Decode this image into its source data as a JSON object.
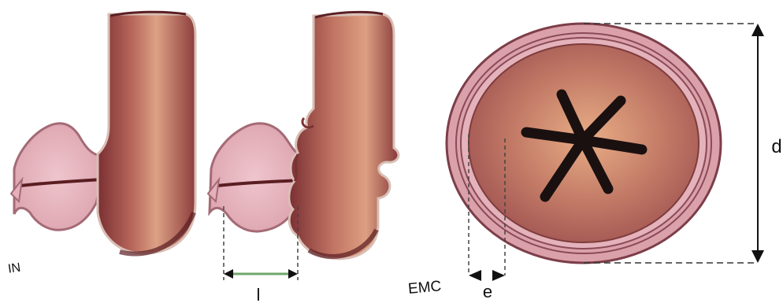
{
  "labels": {
    "length_marker": "l",
    "thickness_marker": "e",
    "diameter_marker": "d",
    "watermark_left": "IN",
    "watermark_center": "EMC"
  },
  "colors": {
    "tissue_dark": "#6e2a2e",
    "tissue_mid": "#a9584f",
    "tissue_light": "#d89a80",
    "mucosa_pink": "#e5b3bd",
    "mucosa_border": "#a46a75",
    "ring_outer": "#d9a0aa",
    "ring_line": "#8a4a56",
    "lumen": "#b4695e",
    "lumen_center": "#e0a17e",
    "dashed_line": "#333333",
    "length_line": "#6fa56a",
    "folds": "#1a1010"
  }
}
